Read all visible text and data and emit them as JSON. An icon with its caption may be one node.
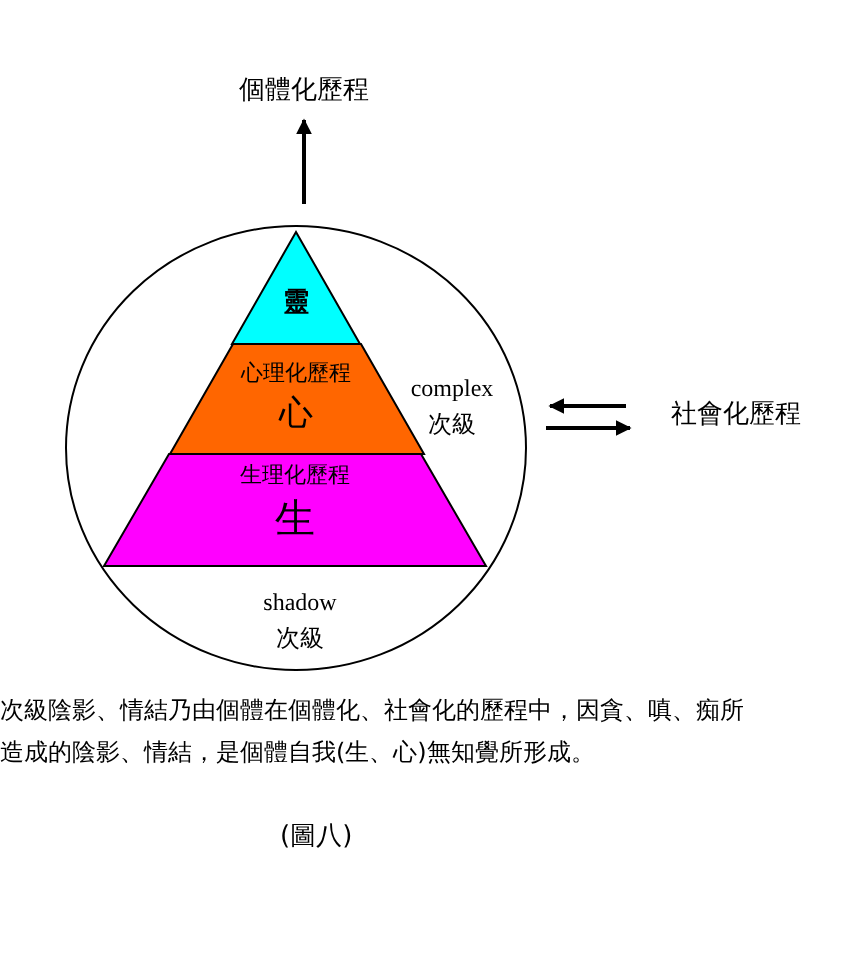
{
  "diagram": {
    "caption": "次級陰影、情結乃由個體在個體化、社會化的歷程中，因貪、嗔、痴所造成的陰影、情結，是個體自我(生、心)無知覺所形成。",
    "nodes": [
      {
        "text": [
          "complex 次級",
          "shadow 次級"
        ]
      },
      {
        "text": [
          "靈"
        ],
        "in": 0
      },
      {
        "text": [
          "心理化歷程",
          "心"
        ],
        "in": 0
      },
      {
        "text": [
          "生理化歷程",
          "生"
        ],
        "in": 0
      },
      {
        "text": [
          "個體化歷程"
        ]
      },
      {
        "text": [
          "社會化歷程"
        ]
      }
    ],
    "edges": [
      {
        "from": 0,
        "to": 4,
        "arrow": "to"
      },
      {
        "from": 5,
        "to": 0,
        "arrow": "to"
      },
      {
        "from": 0,
        "to": 5,
        "arrow": "to"
      }
    ],
    "labels": [
      "(圖八)"
    ]
  }
}
